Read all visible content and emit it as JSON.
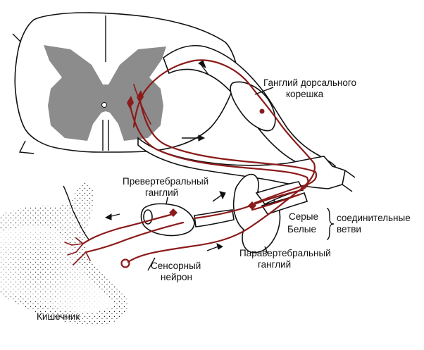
{
  "labels": {
    "drg_line1": "Ганглий дорсального",
    "drg_line2": "корешка",
    "prevert_line1": "Превертебральный",
    "prevert_line2": "ганглий",
    "gray": "Серые",
    "white": "Белые",
    "communicating_line1": "соединительные",
    "communicating_line2": "ветви",
    "paravert_line1": "Паравертебральный",
    "paravert_line2": "ганглий",
    "sensory_line1": "Сенсорный",
    "sensory_line2": "нейрон",
    "intestine": "Кишечник"
  },
  "colors": {
    "nerve": "#8b1a1a",
    "gray_matter": "#8c8c8c",
    "outline": "#111111"
  }
}
